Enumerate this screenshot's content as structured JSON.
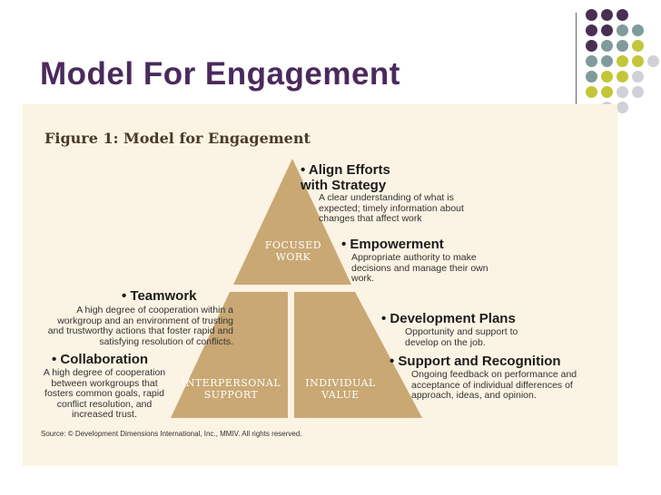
{
  "slide": {
    "title": "Model For Engagement"
  },
  "figure": {
    "title": "Figure 1: Model for Engagement",
    "pyramid": {
      "top": "FOCUSED WORK",
      "bottom_left": "INTERPERSONAL SUPPORT",
      "bottom_right": "INDIVIDUAL VALUE"
    },
    "right_items": [
      {
        "heading": "• Align Efforts with Strategy",
        "desc": "A clear understanding of what is expected; timely information about changes that affect work"
      },
      {
        "heading": "• Empowerment",
        "desc": "Appropriate authority to make decisions and manage their own work."
      },
      {
        "heading": "• Development Plans",
        "desc": "Opportunity and support to develop on the job."
      },
      {
        "heading": "• Support and Recognition",
        "desc": "Ongoing feedback on performance and acceptance of individual differences of approach, ideas, and opinion."
      }
    ],
    "left_items": [
      {
        "heading": "• Teamwork",
        "desc": "A high degree of cooperation within a workgroup and an environment of trusting and trustworthy actions that foster rapid and satisfying resolution of conflicts."
      },
      {
        "heading": "• Collaboration",
        "desc": "A high degree of cooperation between workgroups that fosters common goals, rapid conflict resolution, and increased trust."
      }
    ],
    "source": "Source: © Development Dimensions International, Inc., MMIV. All rights reserved."
  },
  "colors": {
    "title": "#4a2a5c",
    "pyramid": "#c9a874",
    "background": "#fbf3e3",
    "dot_purple": "#4a2f55",
    "dot_teal": "#7f9b9b",
    "dot_olive": "#c3c638",
    "dot_gray": "#d0d0d8"
  }
}
